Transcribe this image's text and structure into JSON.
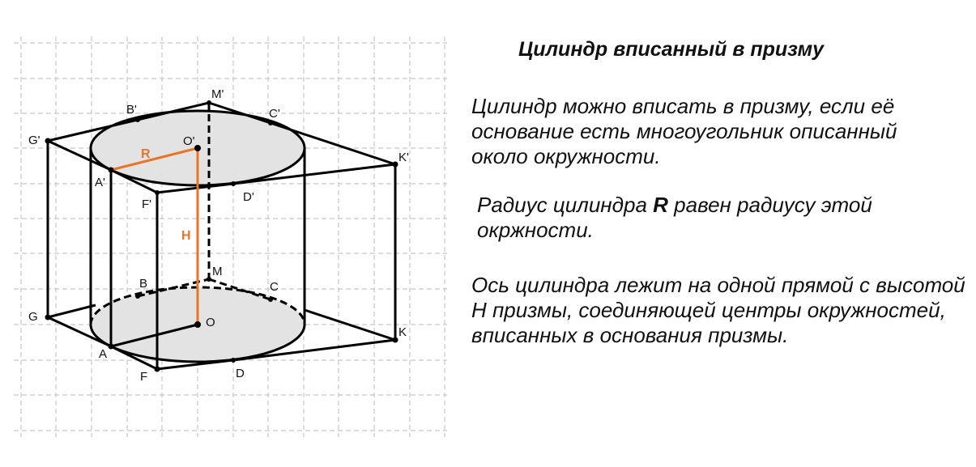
{
  "title": "Цилиндр вписанный в призму",
  "paragraphs": {
    "p1": "Цилиндр можно вписать в призму, если её основание есть многоугольник описанный около окружности.",
    "p2_before": "Радиус цилиндра ",
    "p2_bold": "R",
    "p2_after": " равен радиусу этой окржности.",
    "p3": "Ось цилиндра лежит на одной прямой с высотой H призмы, соединяющей центры окружностей, вписанных в основания призмы."
  },
  "figure": {
    "colors": {
      "edge": "#000000",
      "accent": "#e8742a",
      "fill": "#e3e3e3",
      "grid": "#c8c8c8"
    },
    "labels": {
      "top": {
        "G": "G'",
        "B": "B'",
        "M": "M'",
        "C": "C'",
        "K": "K'",
        "D": "D'",
        "F": "F'",
        "A": "A'",
        "O": "O'"
      },
      "bottom": {
        "G": "G",
        "B": "B",
        "M": "M",
        "C": "C",
        "K": "K",
        "D": "D",
        "F": "F",
        "A": "A",
        "O": "O"
      },
      "radius": "R",
      "height": "H"
    }
  }
}
